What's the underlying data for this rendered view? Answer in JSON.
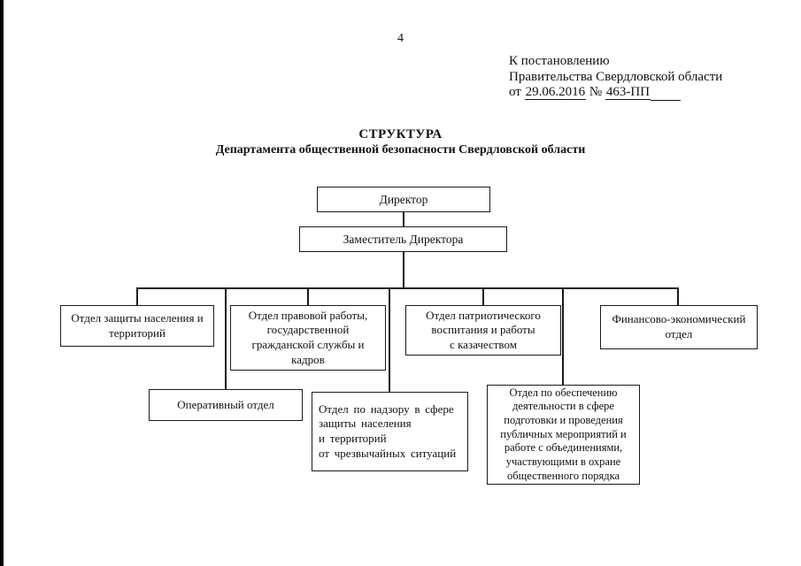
{
  "document": {
    "page_number": "4",
    "reference": {
      "line1": "К постановлению",
      "line2": "Правительства Свердловской области",
      "date_prefix": "от",
      "date": "29.06.2016",
      "number_sign": "№",
      "doc_number": "463-ПП"
    },
    "title": "СТРУКТУРА",
    "subtitle": "Департамента общественной безопасности Свердловской области"
  },
  "org_chart": {
    "type": "org-chart",
    "nodes": {
      "director": {
        "label": "Директор",
        "reports_to": null
      },
      "deputy": {
        "label": "Заместитель Директора",
        "reports_to": "director"
      },
      "protection": {
        "lines": [
          "Отдел защиты населения и",
          "территорий"
        ],
        "reports_to": "deputy"
      },
      "legal": {
        "lines": [
          "Отдел правовой работы,",
          "государственной",
          "гражданской службы и",
          "кадров"
        ],
        "reports_to": "deputy"
      },
      "patriotic": {
        "lines": [
          "Отдел патриотического",
          "воспитания и работы",
          "с казачеством"
        ],
        "reports_to": "deputy"
      },
      "finance": {
        "lines": [
          "Финансово-экономический",
          "отдел"
        ],
        "reports_to": "deputy"
      },
      "operational": {
        "lines": [
          "Оперативный отдел"
        ],
        "reports_to": "deputy"
      },
      "supervision": {
        "lines": [
          "Отдел по надзору в сфере",
          "защиты населения",
          "и территорий",
          "от чрезвычайных ситуаций"
        ],
        "reports_to": "deputy"
      },
      "public_events": {
        "lines": [
          "Отдел по обеспечению",
          "деятельности в сфере",
          "подготовки и проведения",
          "публичных мероприятий и",
          "работе с объединениями,",
          "участвующими в охране",
          "общественного порядка"
        ],
        "reports_to": "deputy"
      }
    }
  }
}
